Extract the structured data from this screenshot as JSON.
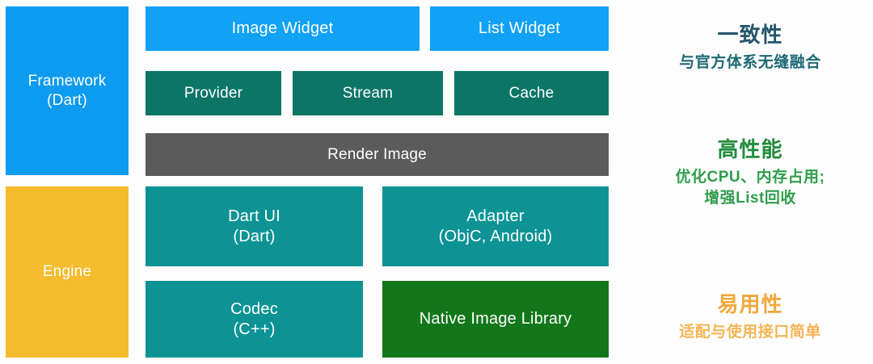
{
  "diagram": {
    "layers": [
      {
        "name": "framework",
        "line1": "Framework",
        "line2": "(Dart)",
        "color": "#0d9bf0"
      },
      {
        "name": "engine",
        "line1": "Engine",
        "line2": "",
        "color": "#f5bc2e"
      }
    ],
    "rows": {
      "widgets": [
        {
          "name": "image-widget",
          "label": "Image Widget",
          "color": "#11a1f5"
        },
        {
          "name": "list-widget",
          "label": "List Widget",
          "color": "#11a1f5"
        }
      ],
      "services": [
        {
          "name": "provider",
          "label": "Provider",
          "color": "#0d7566"
        },
        {
          "name": "stream",
          "label": "Stream",
          "color": "#0d7566"
        },
        {
          "name": "cache",
          "label": "Cache",
          "color": "#0d7566"
        }
      ],
      "render": [
        {
          "name": "render-image",
          "label": "Render Image",
          "color": "#5b5b5b"
        }
      ],
      "engine_upper": [
        {
          "name": "dart-ui",
          "line1": "Dart UI",
          "line2": "(Dart)",
          "color": "#0e9394"
        },
        {
          "name": "adapter",
          "line1": "Adapter",
          "line2": "(ObjC, Android)",
          "color": "#0e9394"
        }
      ],
      "engine_lower": [
        {
          "name": "codec",
          "line1": "Codec",
          "line2": "(C++)",
          "color": "#0e9394"
        },
        {
          "name": "native-image-library",
          "line1": "Native Image Library",
          "line2": "",
          "color": "#13761a"
        }
      ]
    }
  },
  "notes": [
    {
      "name": "consistency",
      "title": "一致性",
      "sub": "与官方体系无缝融合",
      "sub2": "",
      "title_color": "#24556b",
      "sub_color": "#1d6a74"
    },
    {
      "name": "performance",
      "title": "高性能",
      "sub": "优化CPU、内存占用;",
      "sub2": "增强List回收",
      "title_color": "#228b3c",
      "sub_color": "#2f9d4c"
    },
    {
      "name": "usability",
      "title": "易用性",
      "sub": "适配与使用接口简单",
      "sub2": "",
      "title_color": "#f0a83c",
      "sub_color": "#f5b556"
    }
  ]
}
